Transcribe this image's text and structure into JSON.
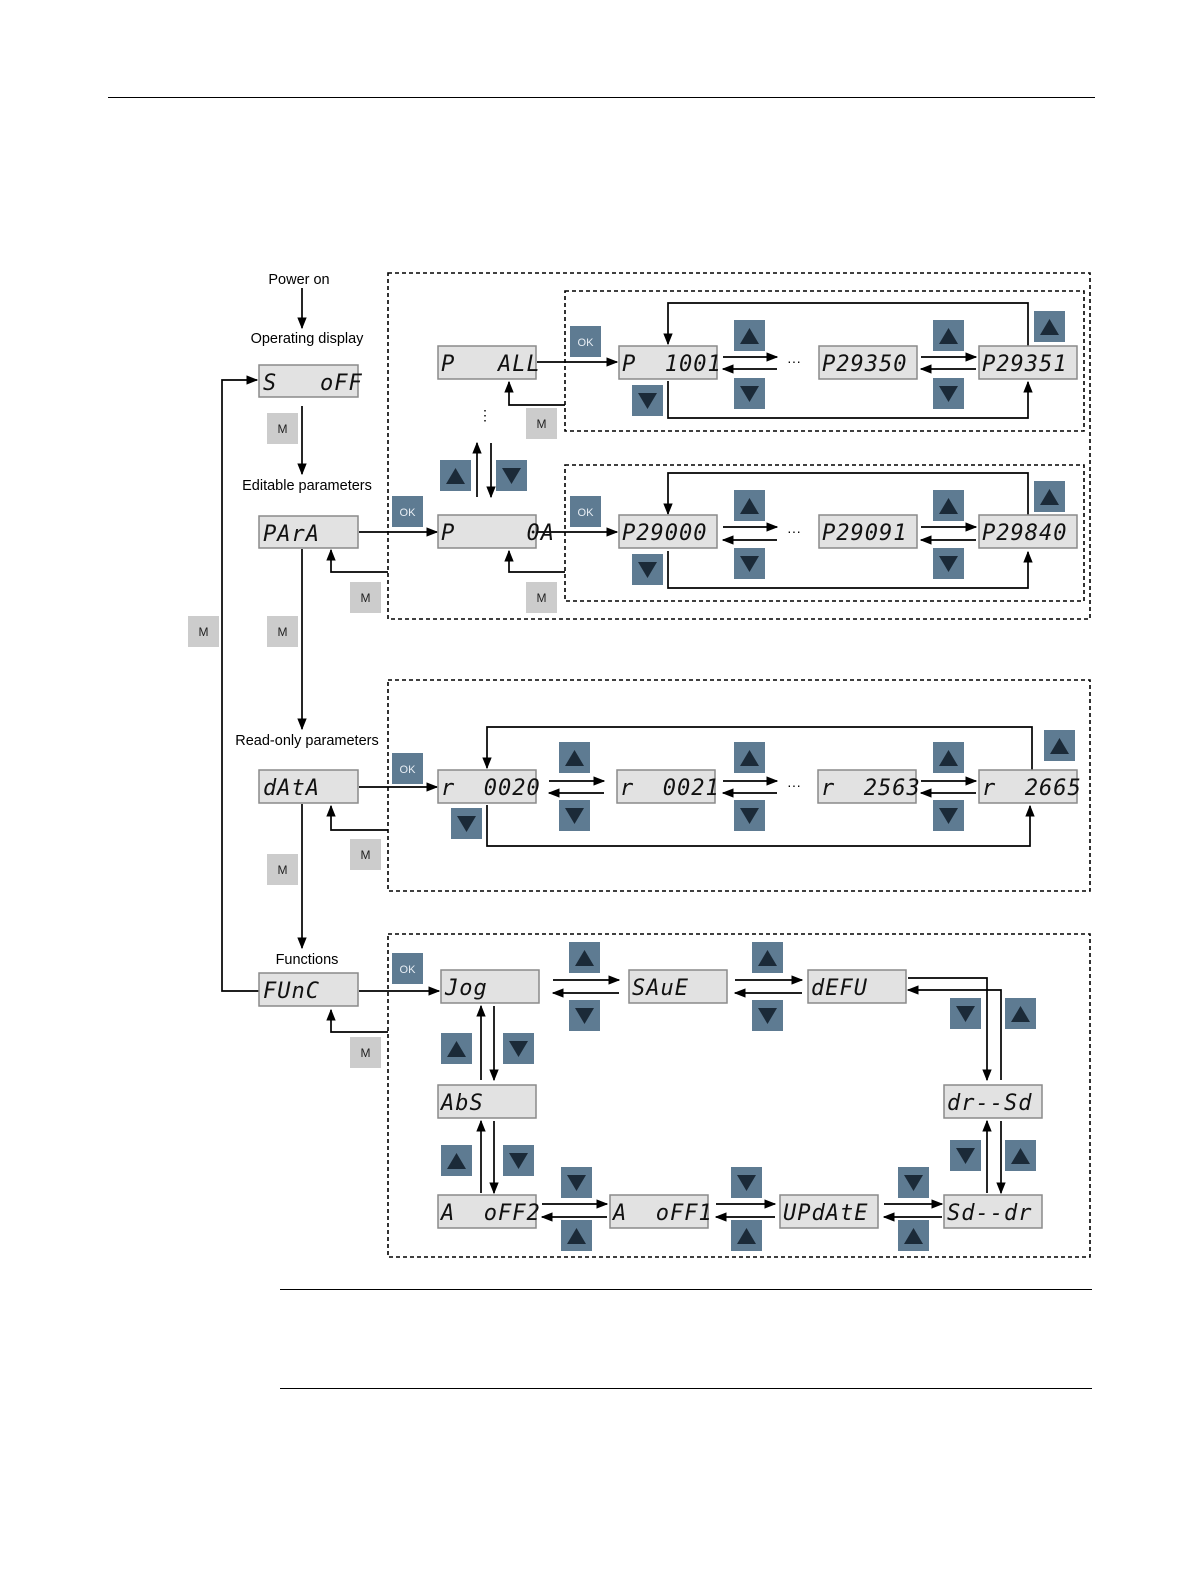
{
  "labels": {
    "power_on": "Power on",
    "operating_display": "Operating display",
    "editable_parameters": "Editable parameters",
    "read_only_parameters": "Read-only parameters",
    "functions": "Functions"
  },
  "displays": {
    "s_off": "S   oFF",
    "para": "PArA",
    "data": "dAtA",
    "func": "FUnC",
    "p_all": "P   ALL",
    "p_0a": "P     0A",
    "p1001": "P  1001",
    "p29350": "P29350",
    "p29351": "P29351",
    "p29000": "P29000",
    "p29091": "P29091",
    "p29840": "P29840",
    "r0020": "r  0020",
    "r0021": "r  0021",
    "r2563": "r  2563",
    "r2665": "r  2665",
    "jog": "Jog",
    "save": "SAuE",
    "defu": "dEFU",
    "dr_sd": "dr--Sd",
    "abs": "AbS",
    "a_off2": "A  oFF2",
    "a_off1": "A  oFF1",
    "update": "UPdAtE",
    "sd_dr": "Sd--dr"
  },
  "keys": {
    "m": "M",
    "ok": "OK",
    "ellipsis": "···",
    "vdots": "⋮"
  },
  "colors": {
    "display_fill": "#e2e2e2",
    "display_border": "#8a8a8a",
    "m_key": "#cccccc",
    "nav_key": "#5e7b92",
    "nav_arrow": "#1b2a38"
  }
}
